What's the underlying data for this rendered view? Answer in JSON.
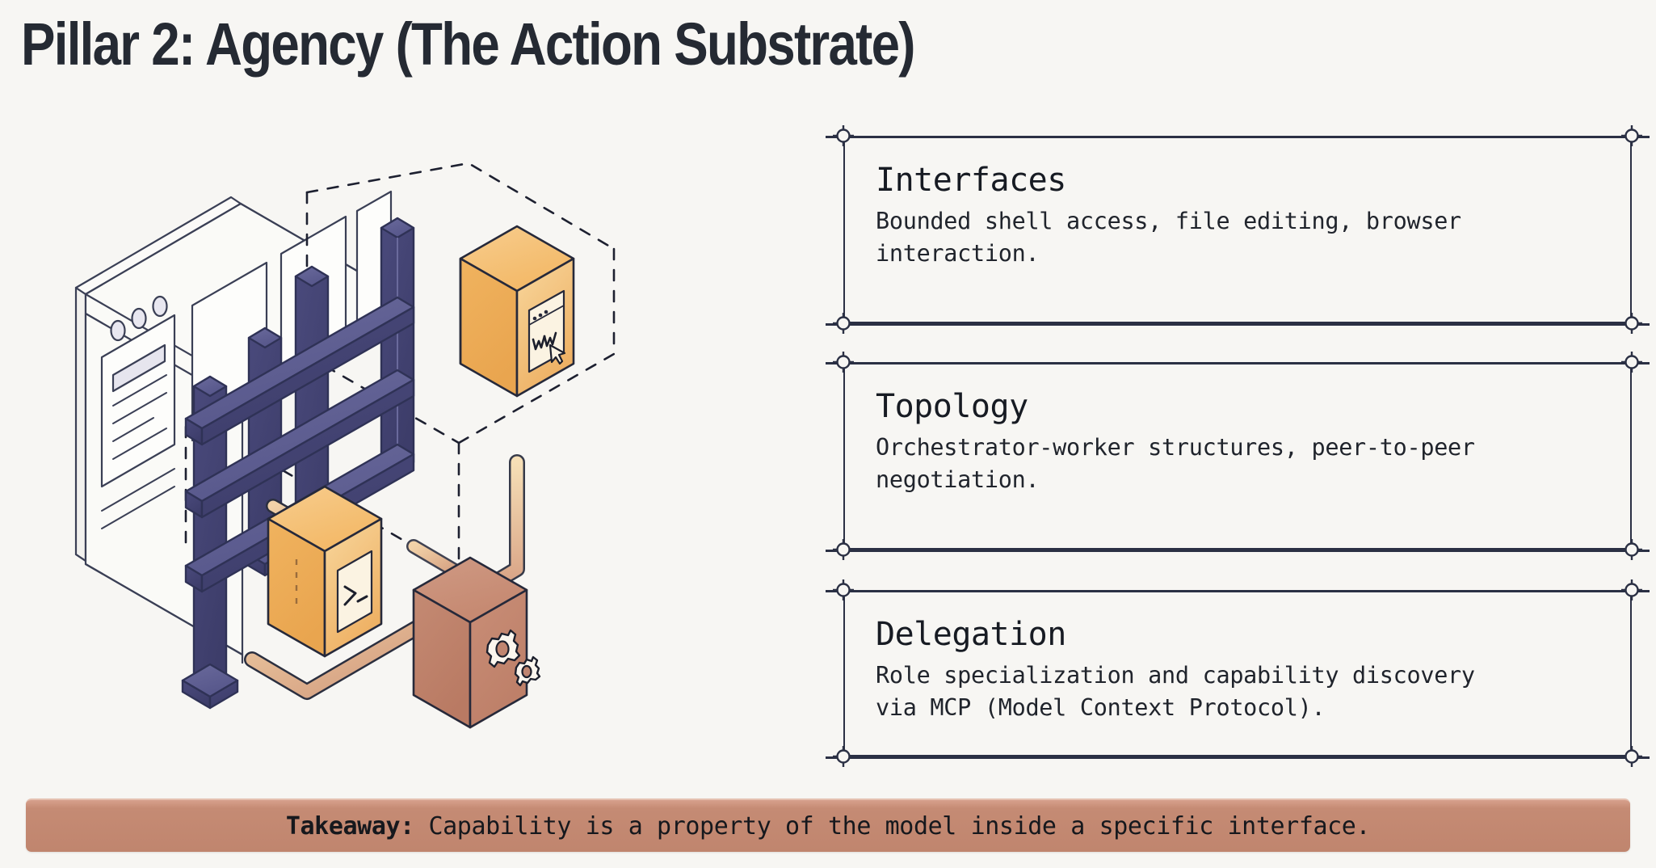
{
  "slide": {
    "title": "Pillar 2: Agency (The Action Substrate)",
    "background_color": "#f7f6f3"
  },
  "panels": [
    {
      "title": "Interfaces",
      "description": "Bounded shell access, file editing, browser\ninteraction."
    },
    {
      "title": "Topology",
      "description": "Orchestrator-worker structures, peer-to-peer\nnegotiation."
    },
    {
      "title": "Delegation",
      "description": "Role specialization and capability discovery\nvia MCP (Model Context Protocol)."
    }
  ],
  "takeaway": {
    "label": "Takeaway:",
    "text": " Capability is a property of the model inside a specific interface.",
    "background_color": "#c58b74"
  },
  "illustration": {
    "name": "isometric-agency-diagram",
    "browser_window": {
      "name": "isometric-browser-window",
      "traffic_lights": 3
    },
    "scaffold": {
      "name": "purple-ibeam-scaffold",
      "color": "#4d4d7c"
    },
    "cubes": [
      {
        "name": "browser-cube",
        "glyph": "www",
        "color": "#f0b15e"
      },
      {
        "name": "terminal-cube",
        "glyph": ">_",
        "color": "#f2b465"
      },
      {
        "name": "gears-cube",
        "glyph": "gears",
        "color": "#c08570"
      }
    ],
    "pipes": {
      "name": "connection-pipes",
      "color": "#d9a184"
    },
    "boundary": {
      "name": "dashed-isometric-boundary",
      "style": "dashed"
    }
  },
  "colors": {
    "ink": "#2b3044",
    "title_ink": "#252a33",
    "accent_purple": "#4d4d7c",
    "accent_orange": "#f0b15e",
    "accent_terracotta": "#c08570"
  }
}
